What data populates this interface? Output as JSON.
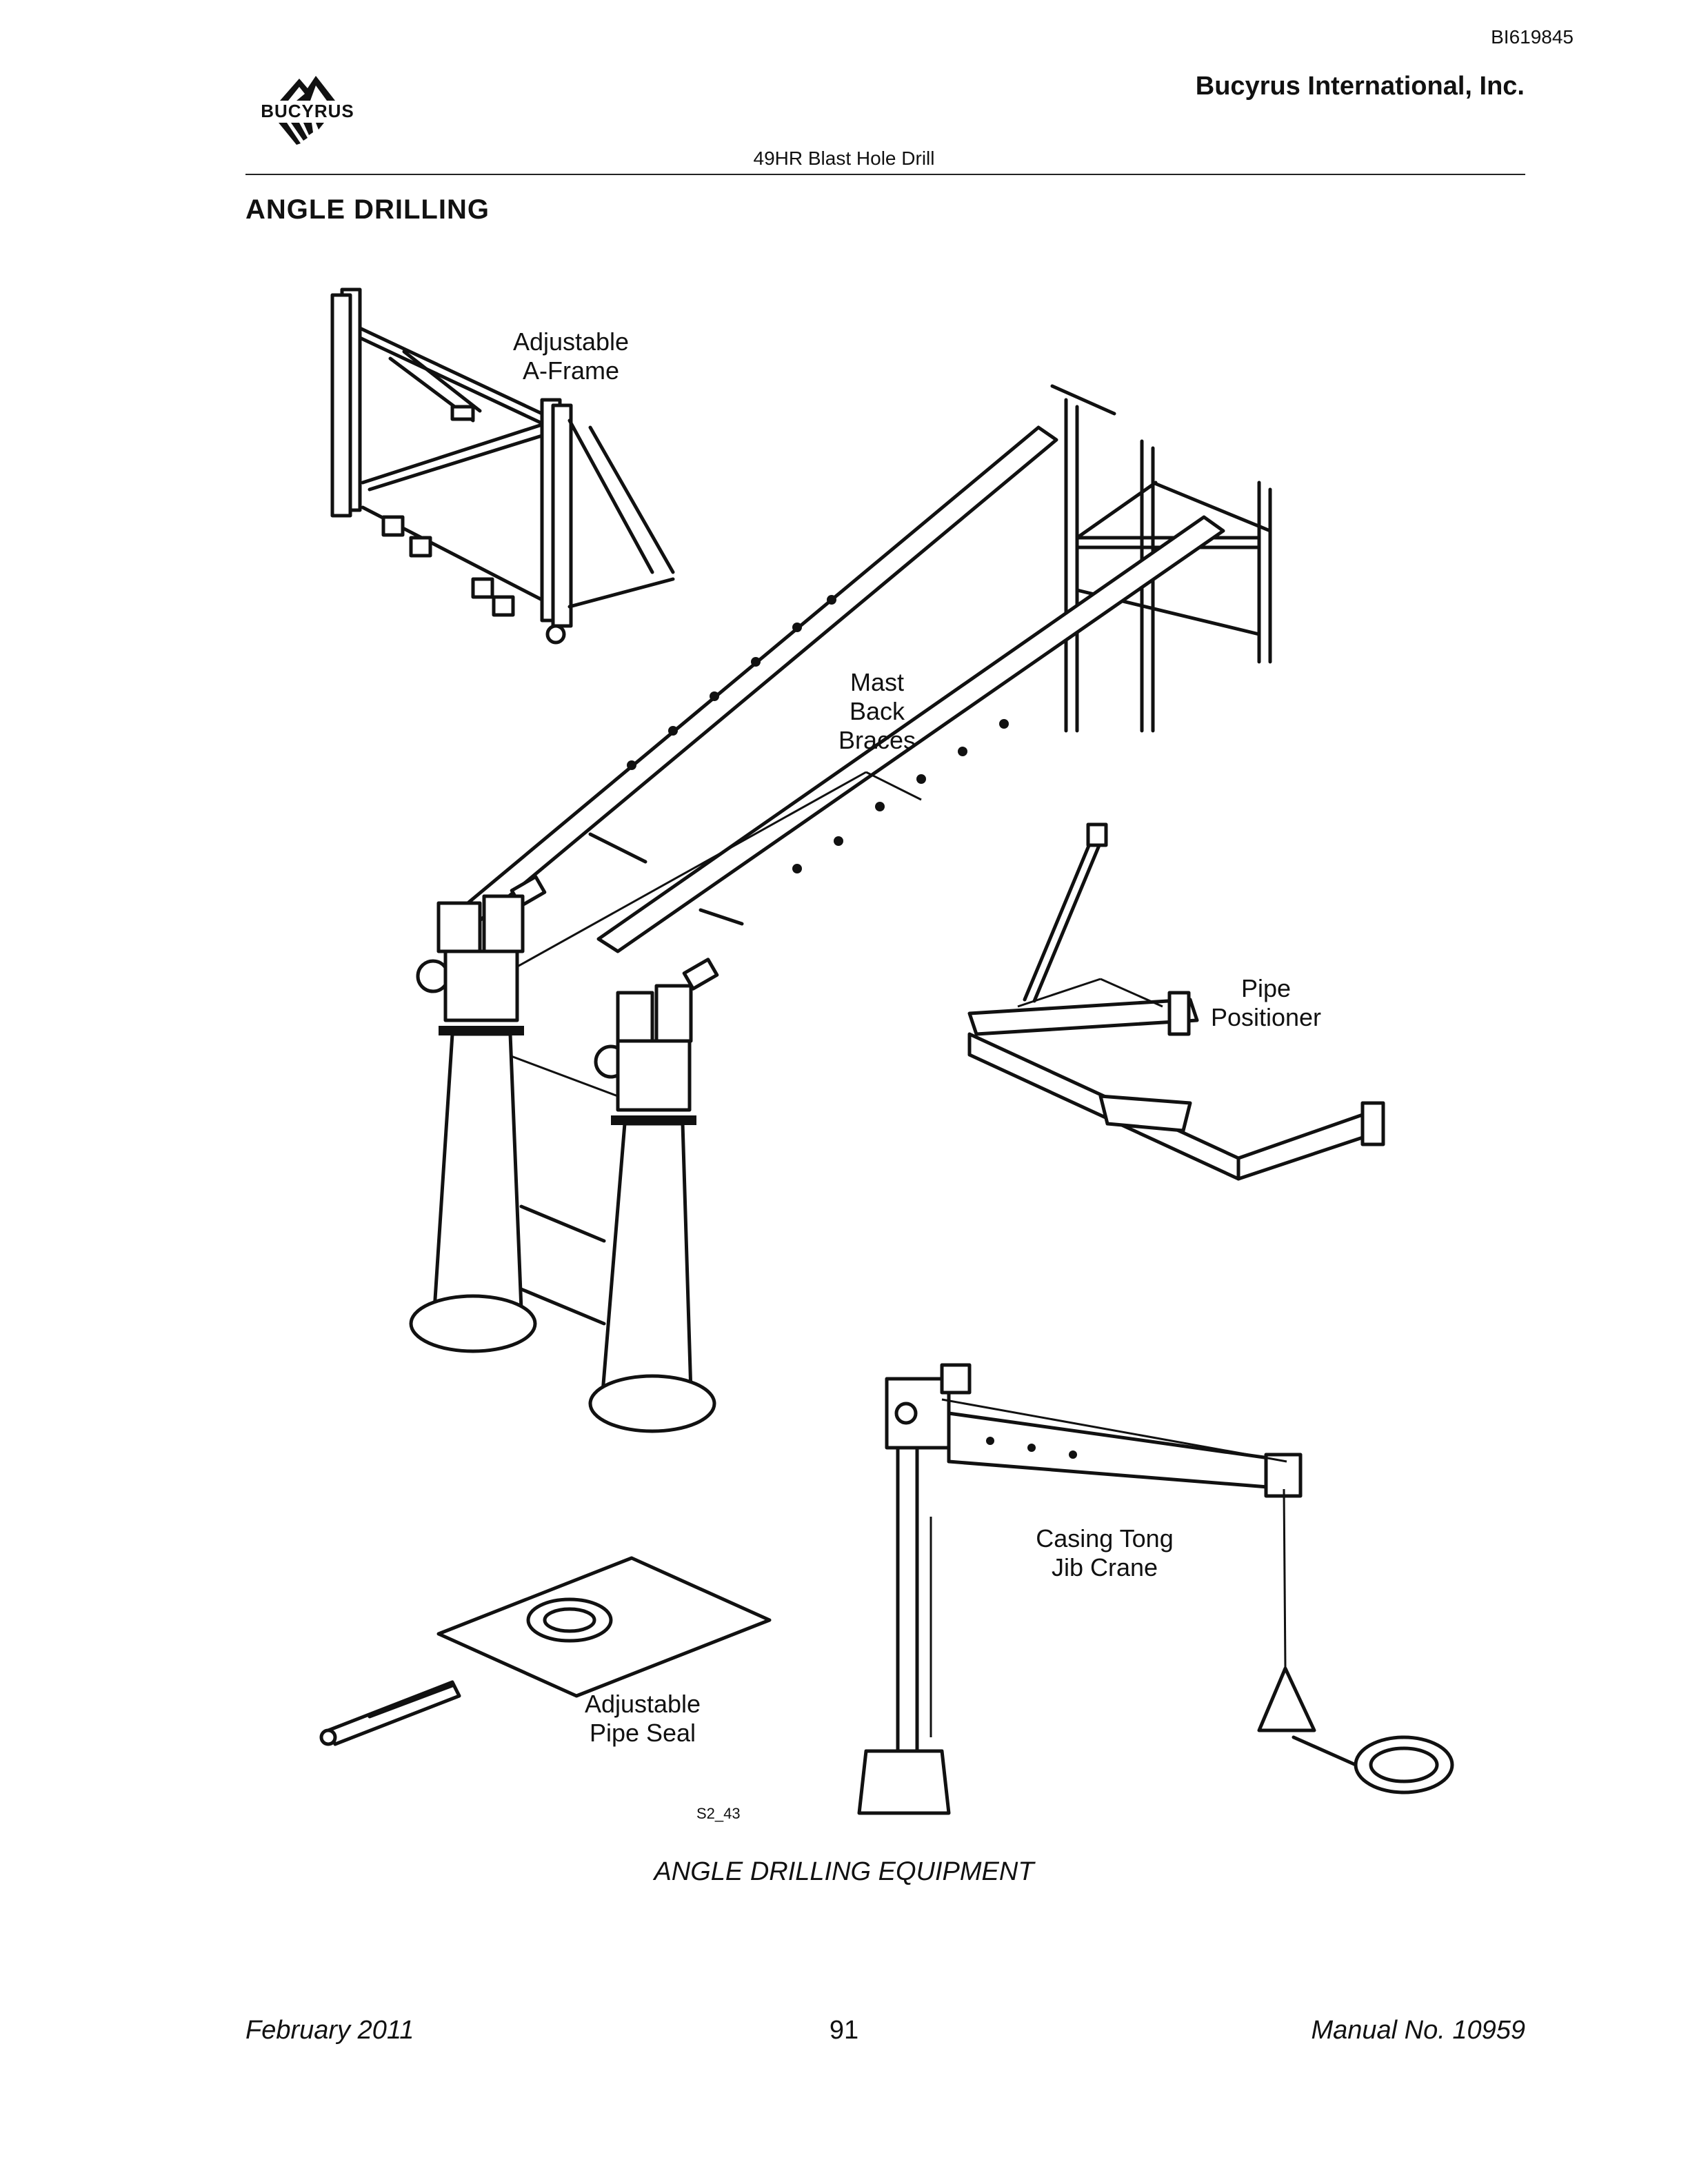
{
  "header": {
    "doc_id": "BI619845",
    "company": "Bucyrus International, Inc.",
    "logo_text": "BUCYRUS",
    "subtitle": "49HR Blast Hole Drill"
  },
  "section_title": "ANGLE DRILLING",
  "figure": {
    "labels": {
      "a_frame": [
        "Adjustable",
        "A-Frame"
      ],
      "mast_back_braces": [
        "Mast",
        "Back",
        "Braces"
      ],
      "pipe_positioner": [
        "Pipe",
        "Positioner"
      ],
      "casing_tong_jib_crane": [
        "Casing Tong",
        "Jib Crane"
      ],
      "pipe_seal": [
        "Adjustable",
        "Pipe Seal"
      ]
    },
    "code": "S2_43",
    "caption": "ANGLE DRILLING EQUIPMENT"
  },
  "footer": {
    "date": "February 2011",
    "page": "91",
    "manual": "Manual No. 10959"
  }
}
